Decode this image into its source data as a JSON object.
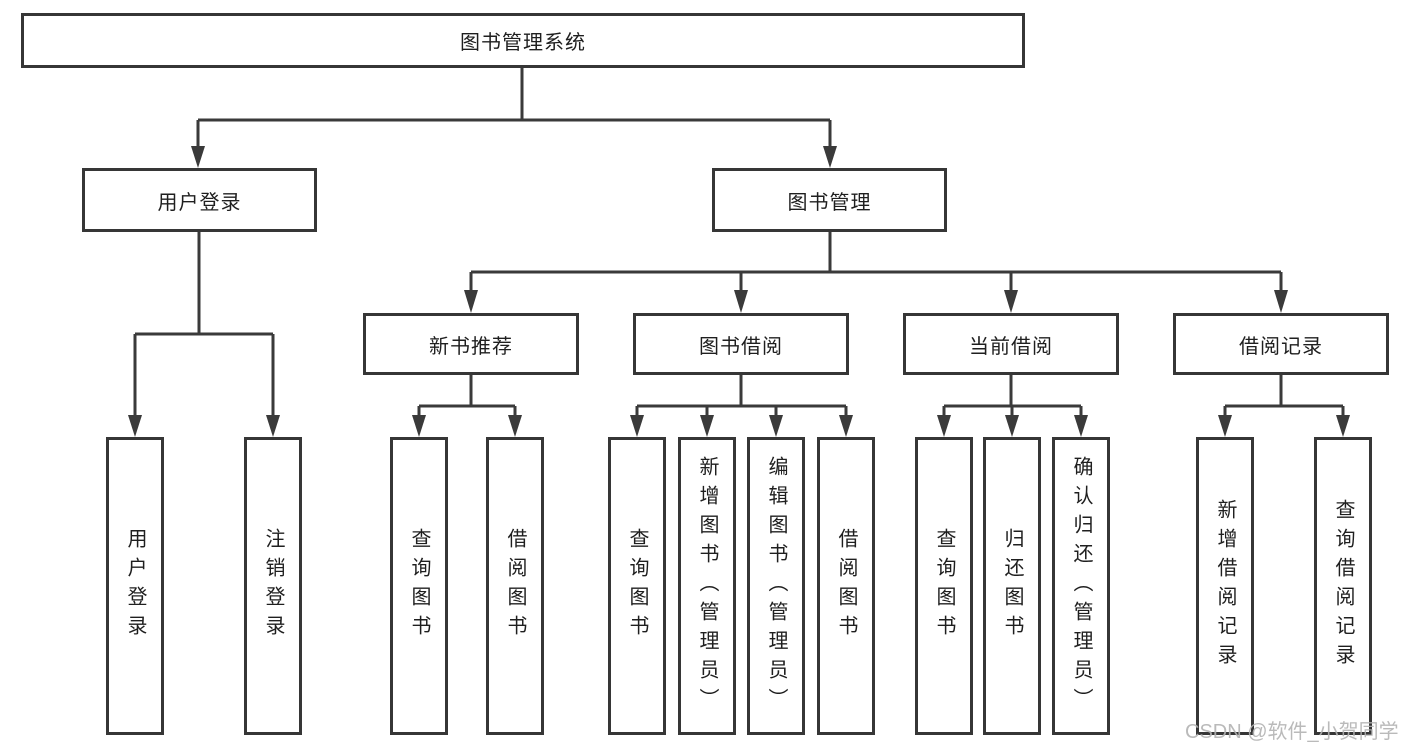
{
  "tree": {
    "label": "图书管理系统",
    "children": [
      {
        "label": "用户登录",
        "children": [
          {
            "label": "用户登录"
          },
          {
            "label": "注销登录"
          }
        ]
      },
      {
        "label": "图书管理",
        "children": [
          {
            "label": "新书推荐",
            "children": [
              {
                "label": "查询图书"
              },
              {
                "label": "借阅图书"
              }
            ]
          },
          {
            "label": "图书借阅",
            "children": [
              {
                "label": "查询图书"
              },
              {
                "label": "新增图书（管理员）"
              },
              {
                "label": "编辑图书（管理员）"
              },
              {
                "label": "借阅图书"
              }
            ]
          },
          {
            "label": "当前借阅",
            "children": [
              {
                "label": "查询图书"
              },
              {
                "label": "归还图书"
              },
              {
                "label": "确认归还（管理员）"
              }
            ]
          },
          {
            "label": "借阅记录",
            "children": [
              {
                "label": "新增借阅记录"
              },
              {
                "label": "查询借阅记录"
              }
            ]
          }
        ]
      }
    ]
  },
  "watermark": "CSDN @软件_小贺同学",
  "colors": {
    "line": "#3a3a3a",
    "box_border": "#363636",
    "text": "#1f1f1f",
    "watermark": "#b3b3b3",
    "background": "#ffffff"
  }
}
